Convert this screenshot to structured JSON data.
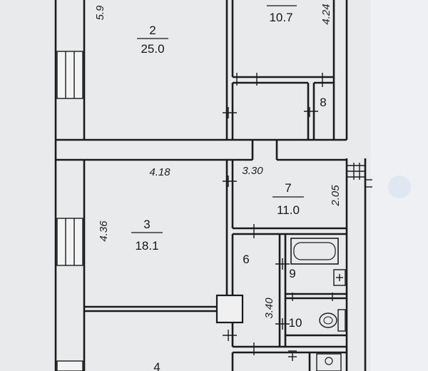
{
  "rooms": [
    {
      "id": "2",
      "number": "2",
      "area": "25.0"
    },
    {
      "id": "top-right",
      "number": "",
      "area": "10.7"
    },
    {
      "id": "8",
      "number": "8",
      "area": ""
    },
    {
      "id": "3",
      "number": "3",
      "area": "18.1"
    },
    {
      "id": "7",
      "number": "7",
      "area": "11.0"
    },
    {
      "id": "6",
      "number": "6",
      "area": ""
    },
    {
      "id": "9",
      "number": "9",
      "area": ""
    },
    {
      "id": "10",
      "number": "10",
      "area": ""
    },
    {
      "id": "4",
      "number": "4",
      "area": ""
    }
  ],
  "dimensions": {
    "d_5_9": "5.9",
    "d_4_24": "4.24",
    "d_4_18": "4.18",
    "d_3_30": "3.30",
    "d_2_05": "2.05",
    "d_4_36": "4.36",
    "d_3_40": "3.40"
  }
}
